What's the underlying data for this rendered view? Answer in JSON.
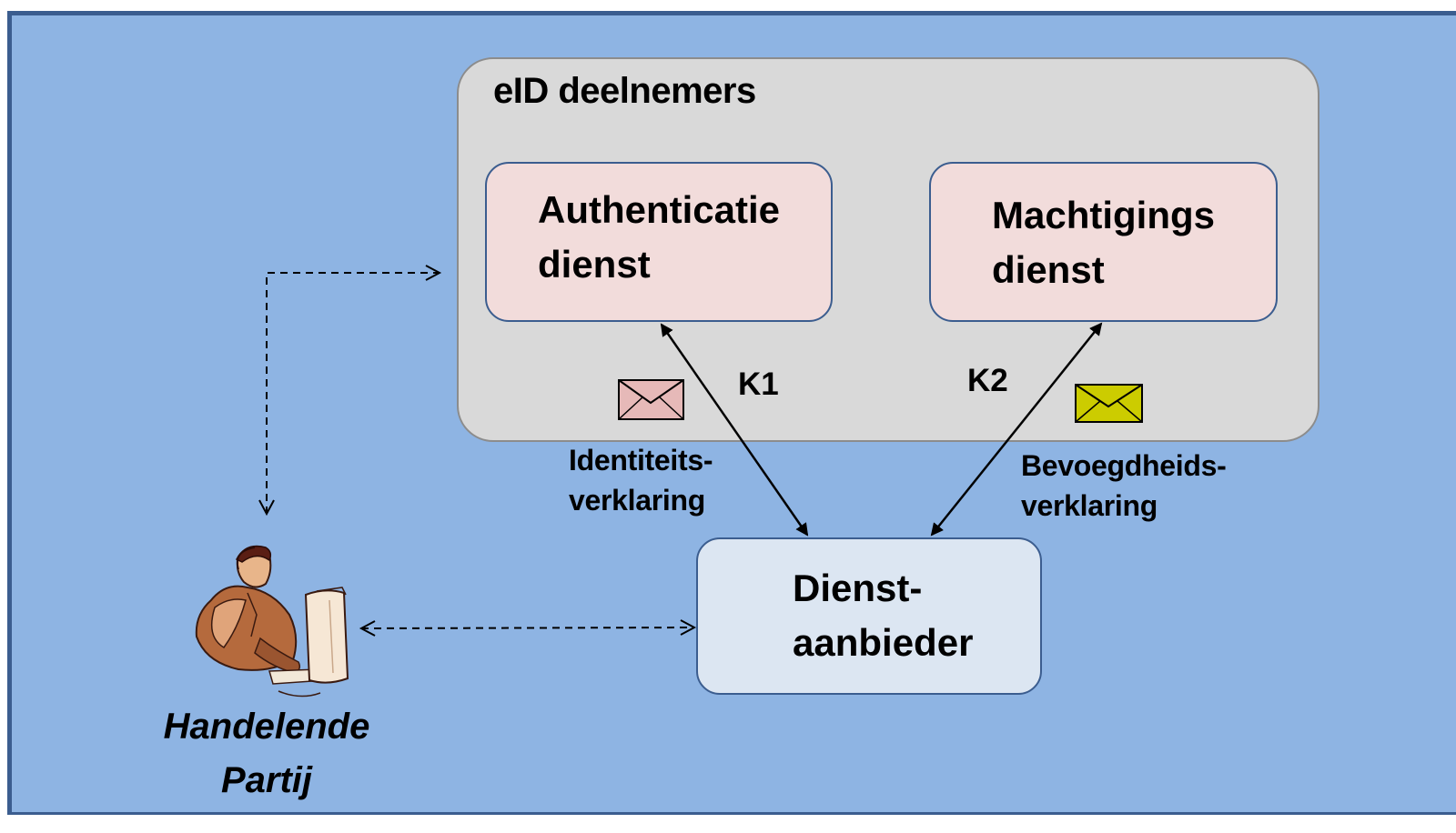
{
  "group": {
    "title": "eID deelnemers"
  },
  "nodes": {
    "authentication_service": {
      "line1": "Authenticatie",
      "line2": "dienst"
    },
    "authorization_service": {
      "line1": "Machtigings",
      "line2": "dienst"
    },
    "service_provider": {
      "line1": "Dienst-",
      "line2": "aanbieder"
    }
  },
  "edges": {
    "k1_label": "K1",
    "k2_label": "K2"
  },
  "messages": {
    "identity": {
      "line1": "Identiteits-",
      "line2": "verklaring",
      "envelope_color": "#e6b9b8"
    },
    "authority": {
      "line1": "Bevoegdheids-",
      "line2": "verklaring",
      "envelope_color": "#cccc00"
    }
  },
  "actor": {
    "line1": "Handelende",
    "line2": "Partij",
    "icon": "person-at-computer-icon"
  },
  "colors": {
    "background": "#8eb4e3",
    "frame_border": "#3b5d8f",
    "group_fill": "#d9d9d9",
    "service_fill": "#f2dcdb",
    "provider_fill": "#dce6f2"
  }
}
